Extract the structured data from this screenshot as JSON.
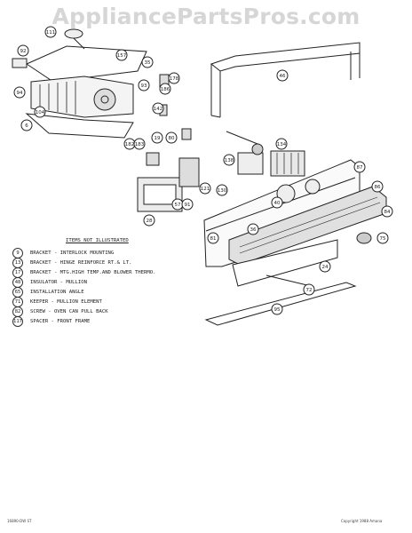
{
  "watermark": "AppliancePartsPros.com",
  "not_illustrated": {
    "heading": "ITEMS NOT ILLUSTRATED",
    "items": [
      {
        "num": "9",
        "desc": "BRACKET - INTERLOCK MOUNTING"
      },
      {
        "num": "13",
        "desc": "BRACKET - HINGE REINFORCE RT.& LT."
      },
      {
        "num": "17",
        "desc": "BRACKET - MTG.HIGH TEMP.AND BLOWER THERMO."
      },
      {
        "num": "48",
        "desc": "INSULATOR - MULLION"
      },
      {
        "num": "65",
        "desc": "INSTALLATION ANGLE"
      },
      {
        "num": "71",
        "desc": "KEEPER - MULLION ELEMENT"
      },
      {
        "num": "82",
        "desc": "SCREW - OVEN CAN PULL BACK"
      },
      {
        "num": "117",
        "desc": "SPACER - FRONT FRAME"
      }
    ]
  },
  "callouts": [
    "111",
    "92",
    "35",
    "157",
    "178",
    "94",
    "93",
    "104",
    "6",
    "186",
    "142",
    "182",
    "183",
    "19",
    "80",
    "28",
    "57",
    "91",
    "121",
    "130",
    "138",
    "134",
    "87",
    "86",
    "40",
    "84",
    "75",
    "81",
    "24",
    "72",
    "95",
    "46",
    "36"
  ],
  "footer_left": "16890-DW ST",
  "footer_right": "Copyright 1988 Amana"
}
